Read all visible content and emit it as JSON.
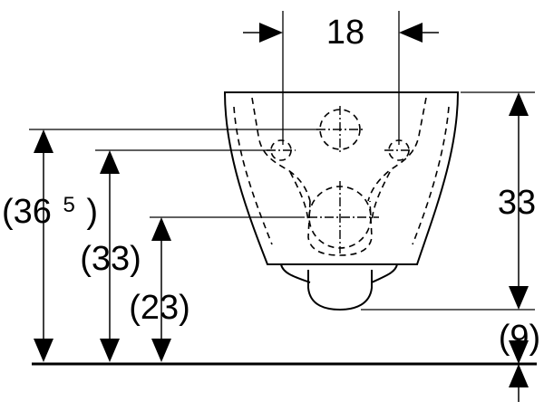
{
  "diagram": {
    "dimensions": {
      "top_width": "18",
      "right_height": "33",
      "bottom_gap": "(9)",
      "left_outer_main": "(36",
      "left_outer_sup": "5",
      "left_outer_close": ")",
      "left_middle": "(33)",
      "left_inner": "(23)"
    },
    "colors": {
      "line": "#000000",
      "background": "#ffffff"
    }
  }
}
